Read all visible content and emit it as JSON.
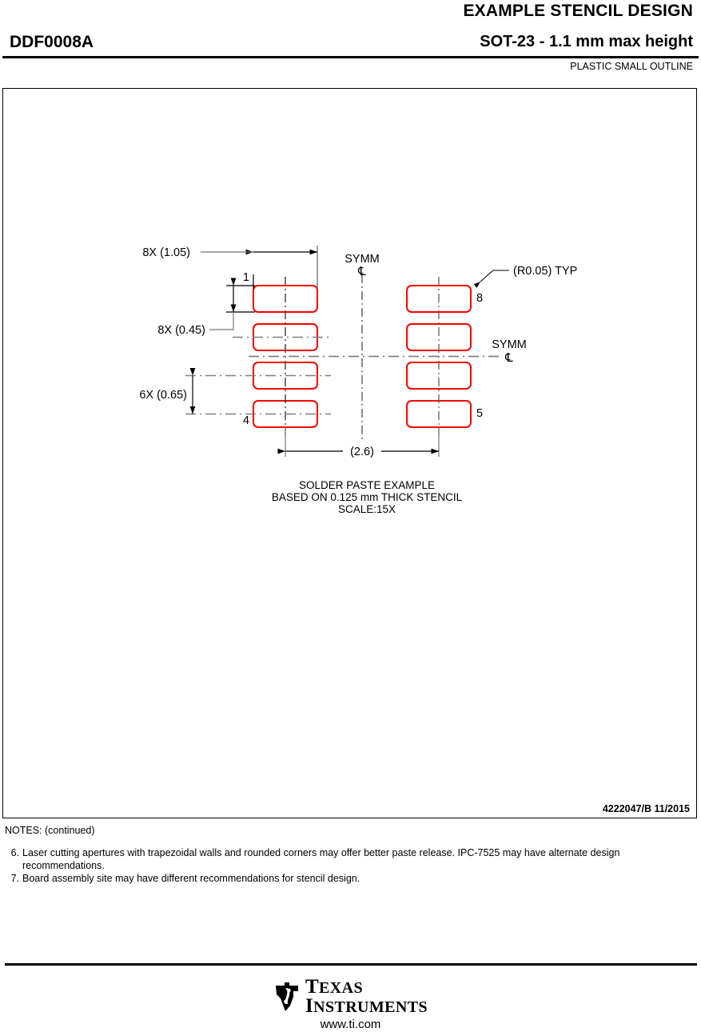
{
  "header": {
    "title": "EXAMPLE STENCIL DESIGN",
    "part_number": "DDF0008A",
    "package_descriptor": "SOT-23 - 1.1 mm max height",
    "package_subtitle": "PLASTIC SMALL OUTLINE"
  },
  "drawing": {
    "id_text": "4222047/B   11/2015",
    "caption": {
      "line1": "SOLDER PASTE EXAMPLE",
      "line2": "BASED ON 0.125 mm THICK STENCIL",
      "line3": "SCALE:15X"
    },
    "dimensions": {
      "aperture_length": "8X (1.05)",
      "aperture_width": "8X (0.45)",
      "pitch": "6X (0.65)",
      "span": "(2.6)",
      "corner_radius": "(R0.05) TYP"
    },
    "symmetry_labels": {
      "vertical": "SYMM",
      "horizontal": "SYMM",
      "centerline_glyph": "℄"
    },
    "pin_labels": {
      "pin1": "1",
      "pin4": "4",
      "pin5": "5",
      "pin8": "8"
    },
    "colors": {
      "aperture_outline": "#ff0000",
      "centerline": "#808080",
      "dimension_line": "#000000",
      "frame": "#000000"
    }
  },
  "notes": {
    "heading": "NOTES: (continued)",
    "items": [
      {
        "num": "6.",
        "text": "Laser cutting apertures with trapezoidal walls and rounded corners may offer better paste release. IPC-7525 may have alternate design recommendations."
      },
      {
        "num": "7.",
        "text": "Board assembly site may have different recommendations for stencil design."
      }
    ]
  },
  "footer": {
    "brand_line1_cap": "T",
    "brand_line1_rest": "EXAS",
    "brand_line2_cap": "I",
    "brand_line2_rest": "NSTRUMENTS",
    "url": "www.ti.com"
  }
}
